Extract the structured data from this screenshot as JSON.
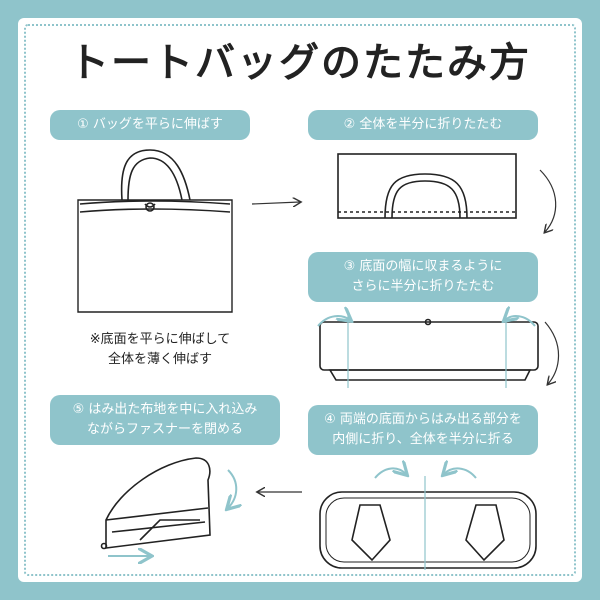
{
  "title": "トートバッグのたたみ方",
  "steps": {
    "s1": {
      "line1": "① バッグを平らに伸ばす"
    },
    "s2": {
      "line1": "② 全体を半分に折りたたむ"
    },
    "s3": {
      "line1": "③ 底面の幅に収まるように",
      "line2": "さらに半分に折りたたむ"
    },
    "s4": {
      "line1": "④ 両端の底面からはみ出る部分を",
      "line2": "内側に折り、全体を半分に折る"
    },
    "s5": {
      "line1": "⑤ はみ出た布地を中に入れ込み",
      "line2": "ながらファスナーを閉める"
    }
  },
  "note": {
    "line1": "※底面を平らに伸ばして",
    "line2": "全体を薄く伸ばす"
  },
  "colors": {
    "accent": "#8fc4cb",
    "ink": "#222222"
  }
}
